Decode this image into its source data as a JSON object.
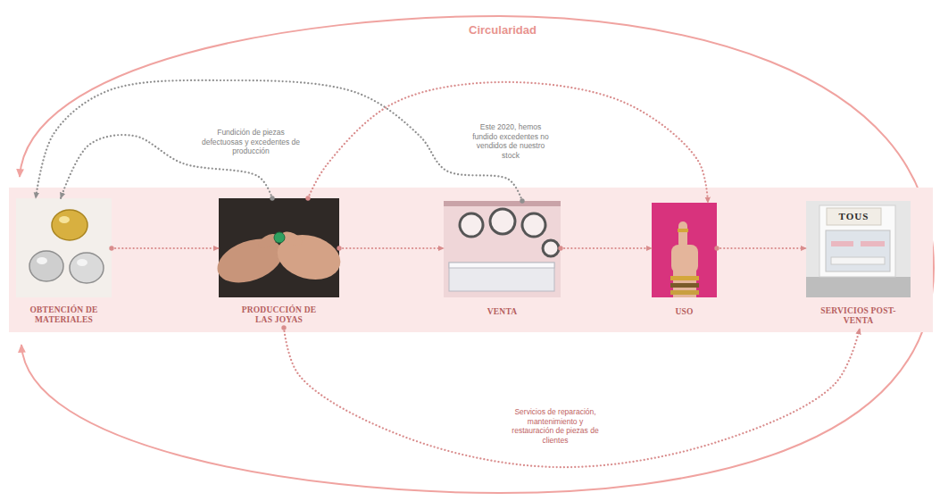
{
  "diagram": {
    "title": "Circularidad",
    "nodes": [
      {
        "text": [
          "OBTENCIÓN DE MATERIALES"
        ]
      },
      {
        "text": [
          "PRODUCCIÓN DE LAS JOYAS"
        ]
      },
      {
        "text": [
          "VENTA"
        ]
      },
      {
        "text": [
          "USO"
        ]
      },
      {
        "text": [
          "SERVICIOS POST-VENTA"
        ]
      }
    ],
    "edges": [
      {
        "from": 0,
        "to": 1,
        "arrow": "to"
      },
      {
        "from": 1,
        "to": 2,
        "arrow": "to"
      },
      {
        "from": 2,
        "to": 3,
        "arrow": "to"
      },
      {
        "from": 3,
        "to": 4,
        "arrow": "to"
      },
      {
        "from": 1,
        "to": 0,
        "label": "Fundición de piezas defectuosas y excedentes de producción",
        "arrow": "to"
      },
      {
        "from": 2,
        "to": 0,
        "label": "Este 2020, hemos fundido excedentes no vendidos de nuestro stock",
        "arrow": "to"
      },
      {
        "from": 1,
        "to": 3,
        "arrow": "to"
      },
      {
        "from": 1,
        "to": 4,
        "label": "Servicios de reparación, mantenimiento y restauración de piezas de clientes",
        "arrow": "to"
      }
    ],
    "labels": [
      "TOUS"
    ]
  }
}
